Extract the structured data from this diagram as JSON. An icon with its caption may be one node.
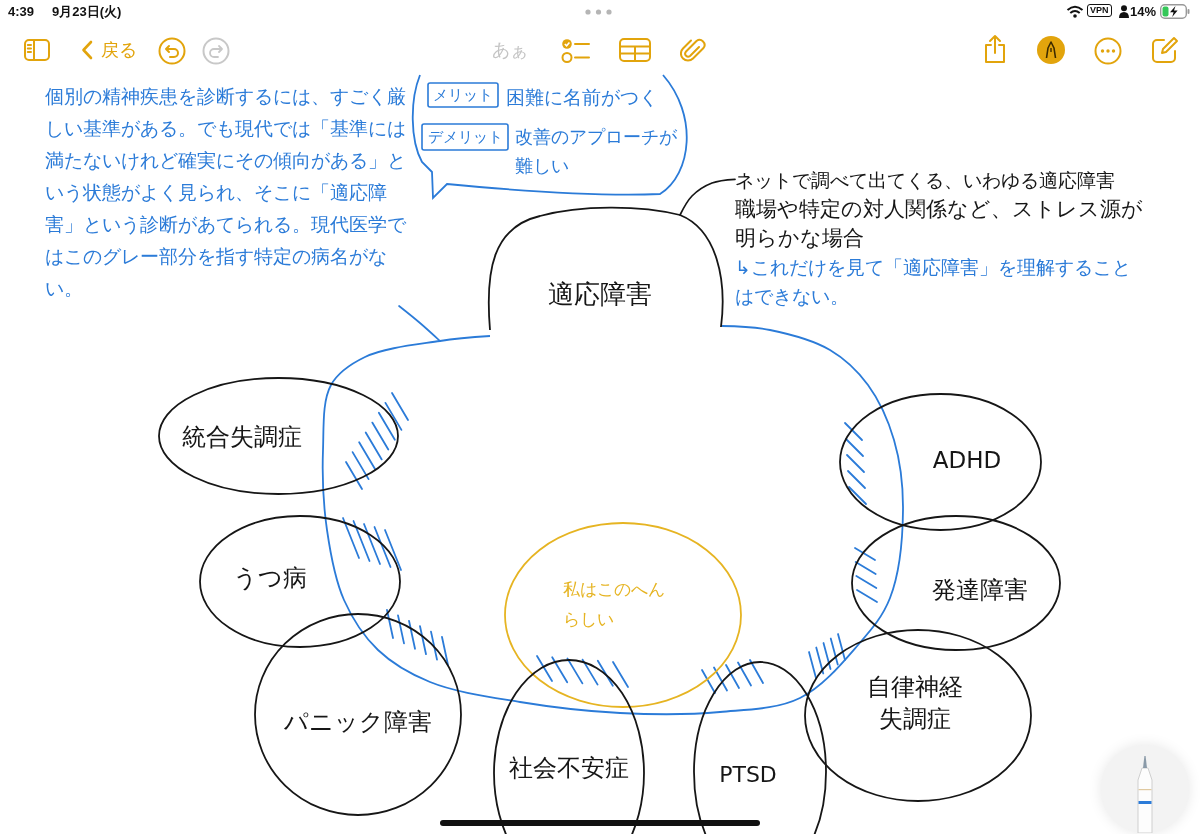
{
  "diagram": {
    "nodes": [
      {
        "text": [
          "個別の精神疾患を診断するには、すごく厳しい基準がある。でも現代では「基準には満たないけれど確実にその傾向がある」という状態がよく見られ、そこに「適応障害」という診断があてられる。現代医学ではこのグレー部分を指す特定の病名がない。"
        ]
      },
      {
        "text": [],
        "shape": "bubble"
      },
      {
        "text": [
          "メリット"
        ],
        "in": 1,
        "beside": [
          "困難に名前がつく"
        ]
      },
      {
        "text": [
          "デメリット"
        ],
        "in": 1,
        "beside": [
          "改善のアプローチが難しい"
        ]
      },
      {
        "text": [
          "ネットで調べて出てくる、いわゆる適応障害",
          "職場や特定の対人関係など、ストレス源が明らかな場合",
          "↳これだけを見て「適応障害」を理解することはできない。"
        ]
      },
      {
        "text": [
          "適応障害"
        ]
      },
      {
        "text": [],
        "shape": "circle"
      },
      {
        "text": [
          "私はこのへんらしい"
        ],
        "in": 6
      },
      {
        "text": [
          "統合失調症"
        ]
      },
      {
        "text": [
          "ADHD"
        ]
      },
      {
        "text": [
          "うつ病"
        ]
      },
      {
        "text": [
          "発達障害"
        ]
      },
      {
        "text": [
          "自律神経失調症"
        ]
      },
      {
        "text": [
          "パニック障害"
        ]
      },
      {
        "text": [
          "社会不安症"
        ]
      },
      {
        "text": [
          "PTSD"
        ]
      }
    ],
    "edges": [
      {
        "from": 0,
        "to": 6,
        "arrow": "none",
        "color": "#2b7bd8"
      },
      {
        "from": 4,
        "to": 5,
        "arrow": "none",
        "color": "#161616"
      }
    ],
    "labels": [
      "4:39",
      "9月23日(火)",
      "VPN",
      "14%",
      "戻る",
      "あぁ"
    ]
  }
}
